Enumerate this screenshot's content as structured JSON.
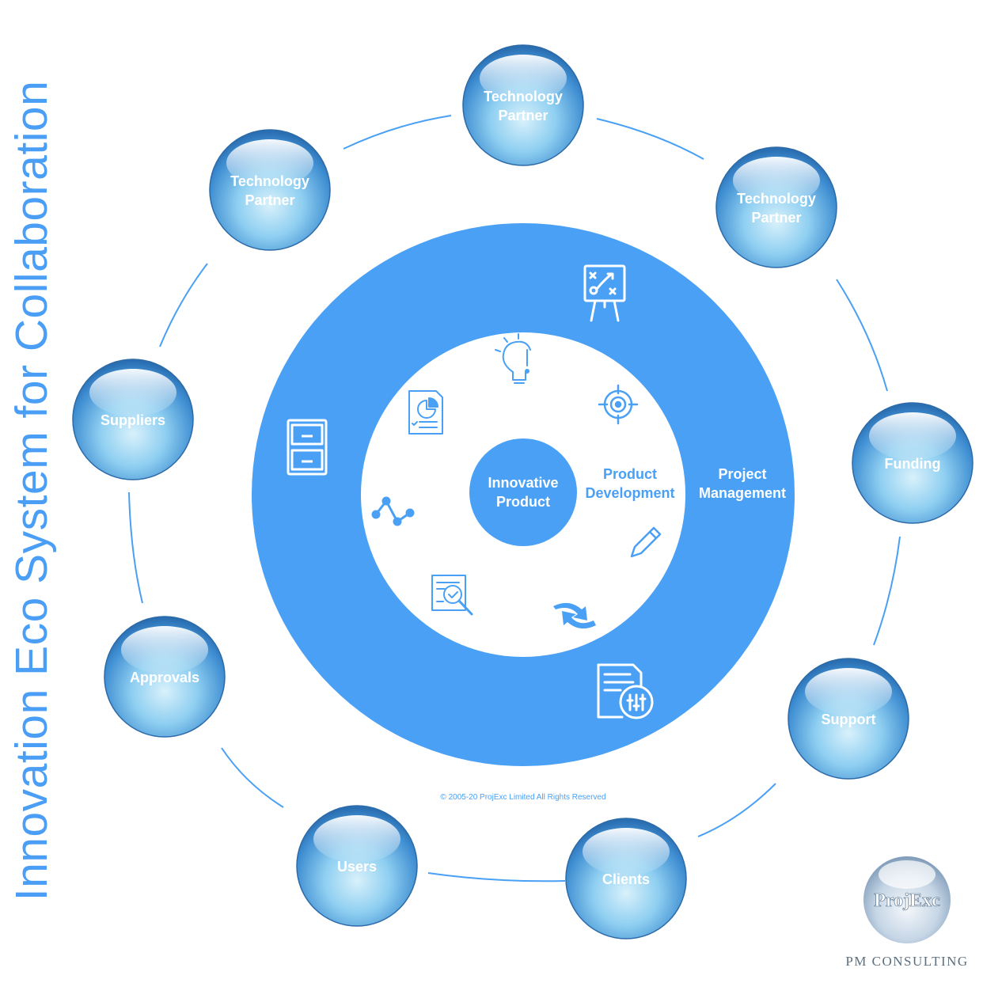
{
  "title": "Innovation Eco System for Collaboration",
  "colors": {
    "accent": "#4aa0f5",
    "title": "#4a9ef5",
    "sphere_light": "#dff3fc",
    "sphere_mid": "#6fbde8",
    "sphere_dark": "#2f7bbf"
  },
  "center": {
    "line1": "Innovative",
    "line2": "Product"
  },
  "inner_ring": {
    "line1": "Product",
    "line2": "Development"
  },
  "outer_ring": {
    "line1": "Project",
    "line2": "Management"
  },
  "satellites": [
    {
      "line1": "Technology",
      "line2": "Partner"
    },
    {
      "line1": "Technology",
      "line2": "Partner"
    },
    {
      "line1": "Funding",
      "line2": ""
    },
    {
      "line1": "Support",
      "line2": ""
    },
    {
      "line1": "Clients",
      "line2": ""
    },
    {
      "line1": "Users",
      "line2": ""
    },
    {
      "line1": "Approvals",
      "line2": ""
    },
    {
      "line1": "Suppliers",
      "line2": ""
    },
    {
      "line1": "Technology",
      "line2": "Partner"
    }
  ],
  "icons": {
    "outer": [
      "strategy-board-icon",
      "filing-cabinet-icon",
      "document-settings-icon"
    ],
    "inner": [
      "lightbulb-idea-icon",
      "target-icon",
      "pencil-icon",
      "sync-arrows-icon",
      "document-review-icon",
      "line-graph-icon",
      "report-chart-icon"
    ]
  },
  "copyright": "© 2005-20 ProjExc Limited All Rights Reserved",
  "brand": {
    "name": "ProjExc",
    "tagline": "PM CONSULTING"
  }
}
